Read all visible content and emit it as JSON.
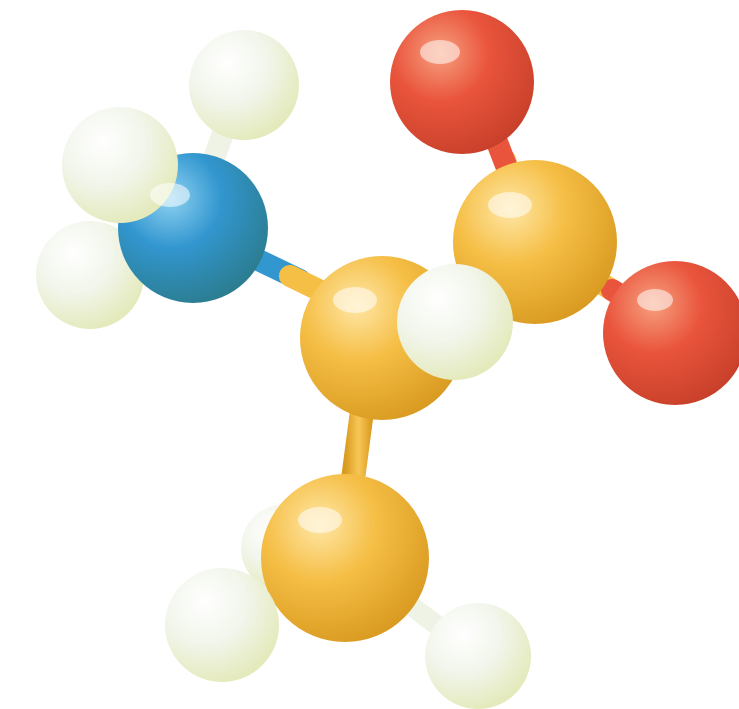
{
  "scene": {
    "background": "#ffffff",
    "atom_colors": {
      "carbon": "#F2B73A",
      "nitrogen": "#2F8FC7",
      "oxygen": "#E8503A",
      "hydrogen": "#EEF3E6"
    },
    "atoms": [
      {
        "element": "oxygen",
        "label": "oxygen-atom-carbonyl"
      },
      {
        "element": "oxygen",
        "label": "oxygen-atom-hydroxyl"
      },
      {
        "element": "carbon",
        "label": "carbon-atom-carboxyl"
      },
      {
        "element": "carbon",
        "label": "carbon-atom-alpha"
      },
      {
        "element": "carbon",
        "label": "carbon-atom-methyl"
      },
      {
        "element": "nitrogen",
        "label": "nitrogen-atom-amino"
      },
      {
        "element": "hydrogen",
        "label": "hydrogen-atom-amino-top"
      },
      {
        "element": "hydrogen",
        "label": "hydrogen-atom-amino-front"
      },
      {
        "element": "hydrogen",
        "label": "hydrogen-atom-amino-left"
      },
      {
        "element": "hydrogen",
        "label": "hydrogen-atom-alpha"
      },
      {
        "element": "hydrogen",
        "label": "hydrogen-atom-methyl-back"
      },
      {
        "element": "hydrogen",
        "label": "hydrogen-atom-methyl-left"
      },
      {
        "element": "hydrogen",
        "label": "hydrogen-atom-methyl-right"
      }
    ]
  }
}
